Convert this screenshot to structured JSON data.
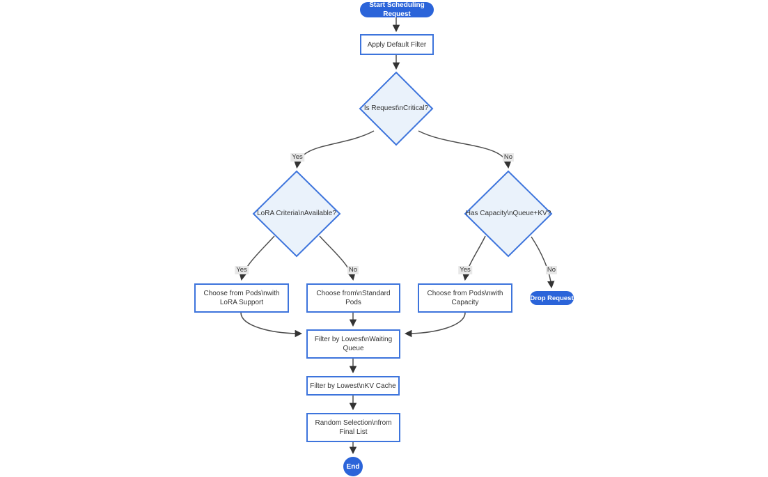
{
  "diagram_type": "flowchart",
  "nodes": {
    "start": "Start Scheduling Request",
    "apply_filter": "Apply Default Filter",
    "is_critical": "Is Request\\nCritical?",
    "lora_criteria": "LoRA Criteria\\nAvailable?",
    "has_capacity": "Has Capacity\\nQueue+KV?",
    "choose_lora": {
      "line1": "Choose from Pods\\nwith",
      "line2": "LoRA Support"
    },
    "choose_standard": {
      "line1": "Choose from\\nStandard",
      "line2": "Pods"
    },
    "choose_capacity": {
      "line1": "Choose from Pods\\nwith",
      "line2": "Capacity"
    },
    "drop_request": "Drop Request",
    "filter_queue": {
      "line1": "Filter by Lowest\\nWaiting",
      "line2": "Queue"
    },
    "filter_kv": "Filter by Lowest\\nKV Cache",
    "random_selection": {
      "line1": "Random Selection\\nfrom",
      "line2": "Final List"
    },
    "end": "End"
  },
  "edge_labels": {
    "critical_yes": "Yes",
    "critical_no": "No",
    "lora_yes": "Yes",
    "lora_no": "No",
    "capacity_yes": "Yes",
    "capacity_no": "No"
  },
  "colors": {
    "accent": "#2B64D9",
    "node_border": "#3D74DC",
    "node_fill": "#FFFFFF",
    "decision_fill": "#EAF2FB",
    "edge": "#4D4D4D",
    "arrow": "#333333",
    "edge_label_bg": "#E8E8E8",
    "text": "#333333",
    "background": "#FFFFFF"
  }
}
